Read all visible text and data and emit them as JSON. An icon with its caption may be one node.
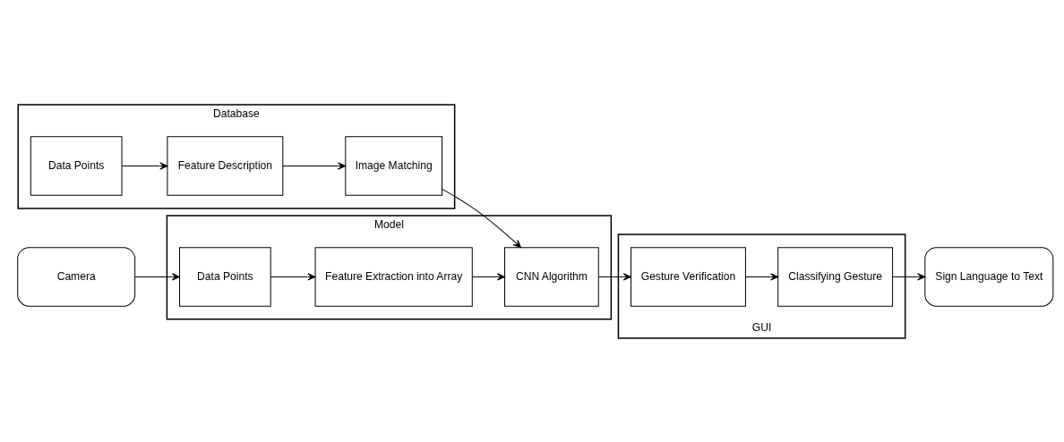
{
  "diagram": {
    "nodes": [
      {
        "text": [
          "Database"
        ]
      },
      {
        "text": [
          "Data Points"
        ],
        "in": 0
      },
      {
        "text": [
          "Feature Description"
        ],
        "in": 0
      },
      {
        "text": [
          "Image Matching"
        ],
        "in": 0
      },
      {
        "text": [
          "Model"
        ]
      },
      {
        "text": [
          "Data Points"
        ],
        "in": 4
      },
      {
        "text": [
          "Feature Extraction into Array"
        ],
        "in": 4
      },
      {
        "text": [
          "CNN Algorithm"
        ],
        "in": 4
      },
      {
        "text": [
          "Camera"
        ]
      },
      {
        "text": [
          "GUI"
        ]
      },
      {
        "text": [
          "Gesture Verification"
        ],
        "in": 9
      },
      {
        "text": [
          "Classifying Gesture"
        ],
        "in": 9
      },
      {
        "text": [
          "Sign Language to Text"
        ]
      }
    ],
    "edges": [
      {
        "from": 1,
        "to": 2,
        "arrow": "to"
      },
      {
        "from": 2,
        "to": 3,
        "arrow": "to"
      },
      {
        "from": 3,
        "to": 7,
        "arrow": "to"
      },
      {
        "from": 8,
        "to": 5,
        "arrow": "to"
      },
      {
        "from": 5,
        "to": 6,
        "arrow": "to"
      },
      {
        "from": 6,
        "to": 7,
        "arrow": "to"
      },
      {
        "from": 7,
        "to": 10,
        "arrow": "to"
      },
      {
        "from": 10,
        "to": 11,
        "arrow": "to"
      },
      {
        "from": 11,
        "to": 12,
        "arrow": "to"
      }
    ]
  }
}
